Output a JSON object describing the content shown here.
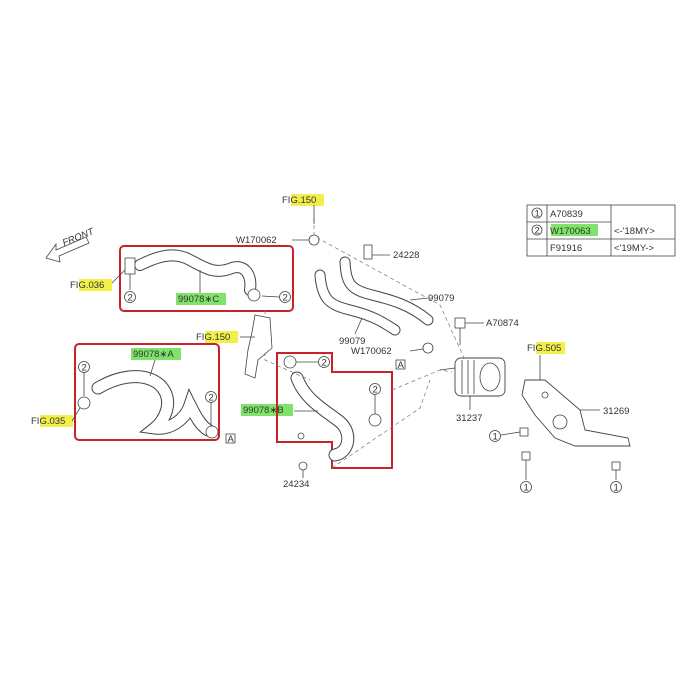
{
  "colors": {
    "callout_box": "#c8222a",
    "fig_highlight": "#f2ef4a",
    "part_highlight": "#7fe36a"
  },
  "front_label": "FRONT",
  "figs": {
    "top": "FIG.150",
    "left_upper": "FIG.036",
    "mid": "FIG.150",
    "left_lower": "FIG.035",
    "right": "FIG.505"
  },
  "parts": {
    "hose_c": "99078∗C",
    "hose_a": "99078∗A",
    "hose_b": "99078∗B",
    "p24228": "24228",
    "p99079_right": "99079",
    "p99079_mid": "99079",
    "pA70874": "A70874",
    "pW170062_top": "W170062",
    "pW170062_mid": "W170062",
    "p31237": "31237",
    "p31269": "31269",
    "p24234": "24234"
  },
  "markers": {
    "circle_1": "1",
    "circle_2": "2",
    "ref_a": "A"
  },
  "legend": {
    "rows": [
      {
        "num": "1",
        "part": "A70839",
        "note": ""
      },
      {
        "num": "2",
        "part": "W170063",
        "note": "<-'18MY>"
      },
      {
        "num": "",
        "part": "F91916",
        "note": "<'19MY->"
      }
    ]
  }
}
